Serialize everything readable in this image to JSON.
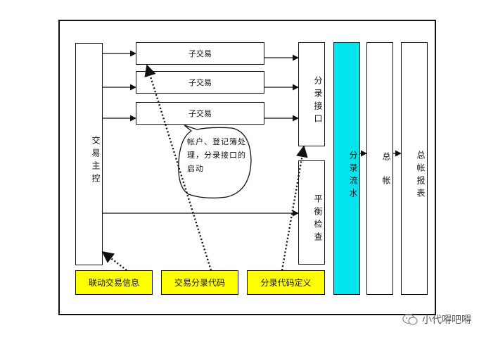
{
  "boxes": {
    "main_control": "交易主控",
    "sub_transactions": [
      "子交易",
      "子交易",
      "子交易"
    ],
    "entry_interface": "分录接口",
    "balance_check": "平衡检查",
    "entry_flow": "分录流水",
    "general_ledger": "总帐",
    "ledger_report": "总帐报表"
  },
  "callout": "帐户、登记簿处理，分录接口的启动",
  "definitions": {
    "linked_info": "联动交易信息",
    "entry_code": "交易分录代码",
    "code_definition": "分录代码定义"
  },
  "watermark": "小代嘚吧嘚",
  "colors": {
    "highlight": "#00e5ee",
    "definition_fill": "#ffff00",
    "line": "#111111"
  }
}
